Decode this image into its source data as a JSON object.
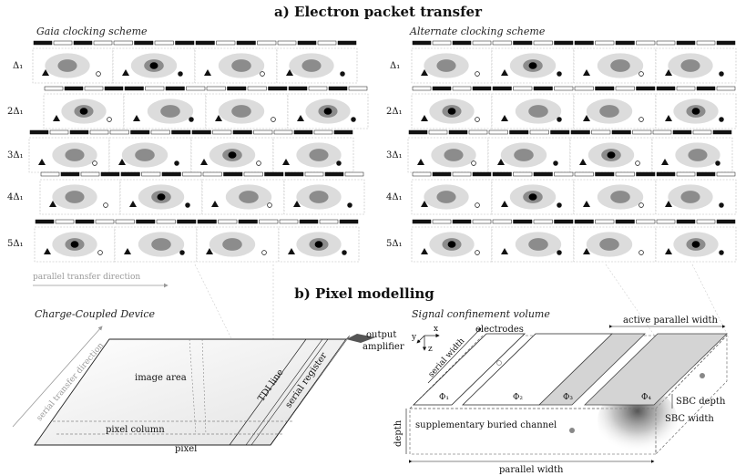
{
  "titles": {
    "section_a": "a) Electron packet transfer",
    "section_b": "b) Pixel modelling"
  },
  "subtitles": {
    "gaia": "Gaia clocking scheme",
    "alternate": "Alternate clocking scheme",
    "ccd": "Charge-Coupled Device",
    "scv": "Signal confinement volume"
  },
  "rows": [
    "Δ₁",
    "2Δ₁",
    "3Δ₁",
    "4Δ₁",
    "5Δ₁"
  ],
  "labels": {
    "parallel_transfer": "parallel transfer direction",
    "serial_transfer": "serial transfer direction",
    "image_area": "image area",
    "tdi_line": "TDI line",
    "serial_register": "serial register",
    "pixel_column": "pixel column",
    "pixel": "pixel",
    "output_amplifier_1": "output",
    "output_amplifier_2": "amplifier",
    "electrodes": "electrodes",
    "serial_width": "serial width",
    "active_parallel_width": "active parallel width",
    "phi1": "Φ₁",
    "phi2": "Φ₂",
    "phi3": "Φ₃",
    "phi4": "Φ₄",
    "sbc_depth": "SBC depth",
    "sbc_width": "SBC width",
    "supplementary_channel": "supplementary buried channel",
    "depth": "depth",
    "parallel_width": "parallel width",
    "axis_x": "x",
    "axis_y": "y",
    "axis_z": "z"
  },
  "colors": {
    "ellipse_outer": "#d8d8d8",
    "ellipse_mid": "#8c8c8c",
    "core": "#000000",
    "electrode_fill": "#d4d4d4",
    "guide": "#9a9a9a"
  }
}
